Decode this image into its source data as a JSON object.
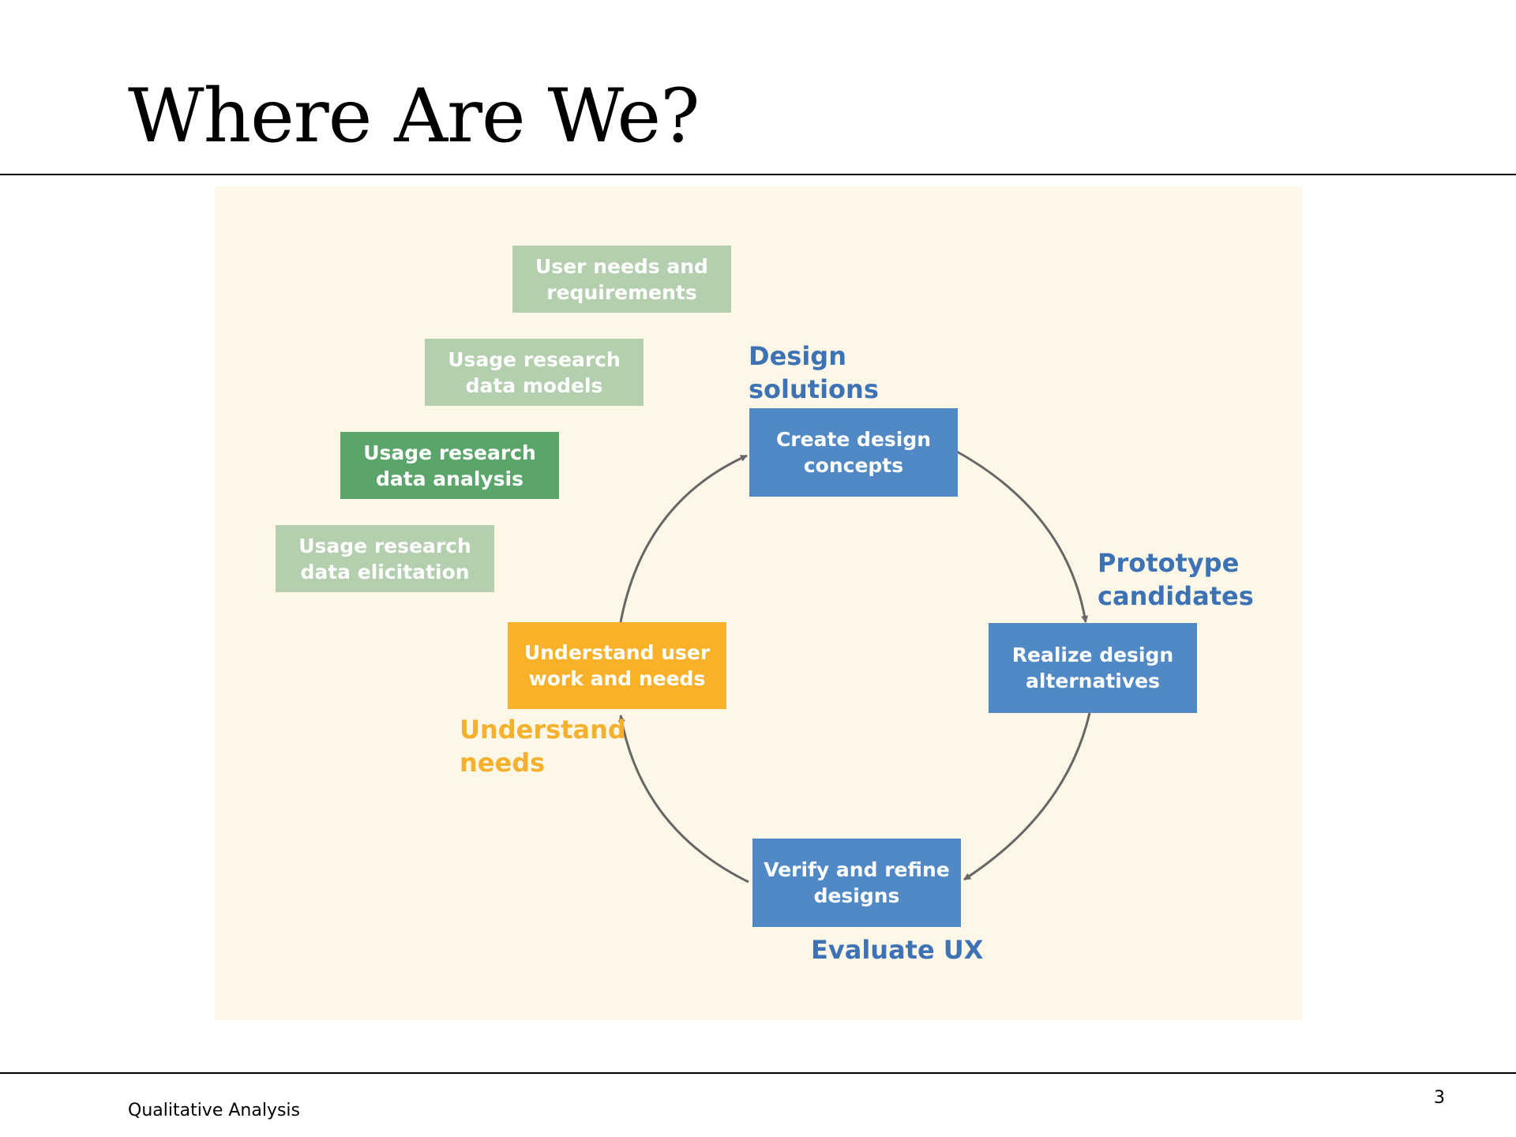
{
  "slide": {
    "title": "Where Are We?",
    "footer": "Qualitative Analysis",
    "page_number": "3"
  },
  "diagram": {
    "colors": {
      "background": "#fdf7e7",
      "faded_green": "#b3cfae",
      "highlight_green": "#5ba56a",
      "blue": "#5089c6",
      "orange": "#f8b129",
      "blue_text": "#3d72b4",
      "orange_text": "#f5b12e",
      "arrow": "#666666"
    },
    "boxes": {
      "user_needs": "User needs and requirements",
      "data_models": "Usage research data models",
      "data_analysis": "Usage research data analysis",
      "data_elicitation": "Usage research data elicitation",
      "create_design": "Create design concepts",
      "realize_design": "Realize design alternatives",
      "verify_refine": "Verify and refine designs",
      "understand_user": "Understand user work and needs"
    },
    "labels": {
      "design_solutions": "Design\nsolutions",
      "prototype_candidates": "Prototype\ncandidates",
      "evaluate_ux": "Evaluate UX",
      "understand_needs": "Understand\nneeds"
    }
  }
}
